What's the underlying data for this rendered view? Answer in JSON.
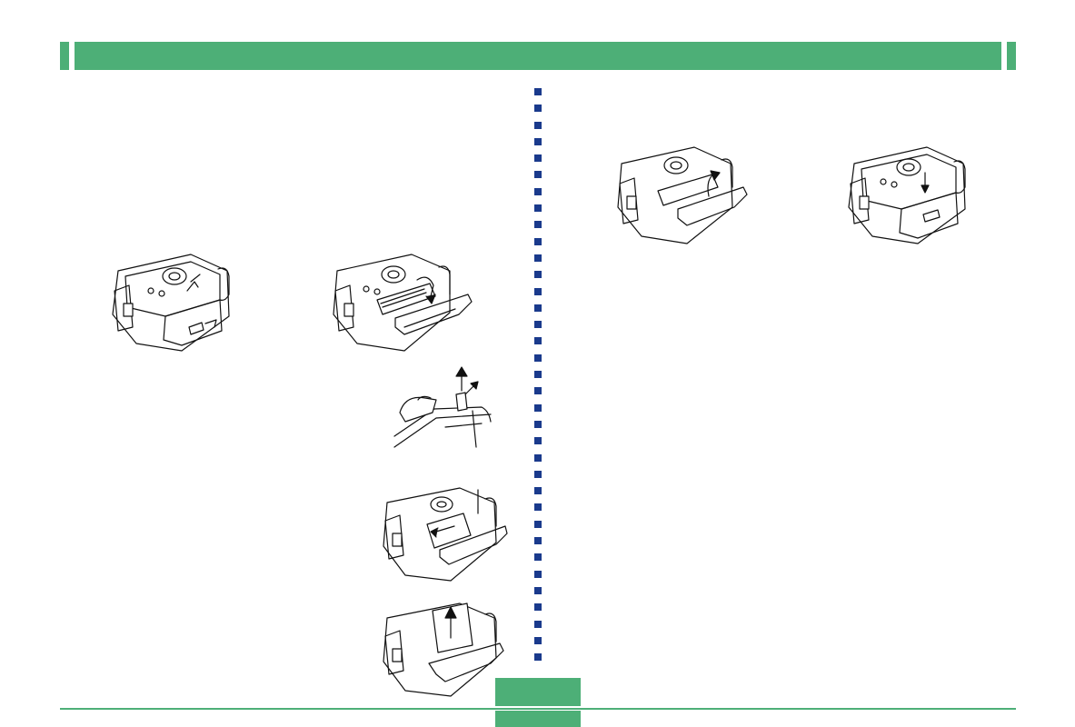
{
  "colors": {
    "header": "#4daf77",
    "divider": "#1a3a8c",
    "footer": "#4daf77"
  },
  "illustrations": [
    {
      "name": "camera-cover-unlocked-illustration"
    },
    {
      "name": "camera-cover-open-illustration"
    },
    {
      "name": "battery-latch-release-illustration"
    },
    {
      "name": "card-insertion-illustration"
    },
    {
      "name": "card-removal-illustration"
    },
    {
      "name": "cover-closing-illustration"
    },
    {
      "name": "cover-closed-illustration"
    }
  ]
}
